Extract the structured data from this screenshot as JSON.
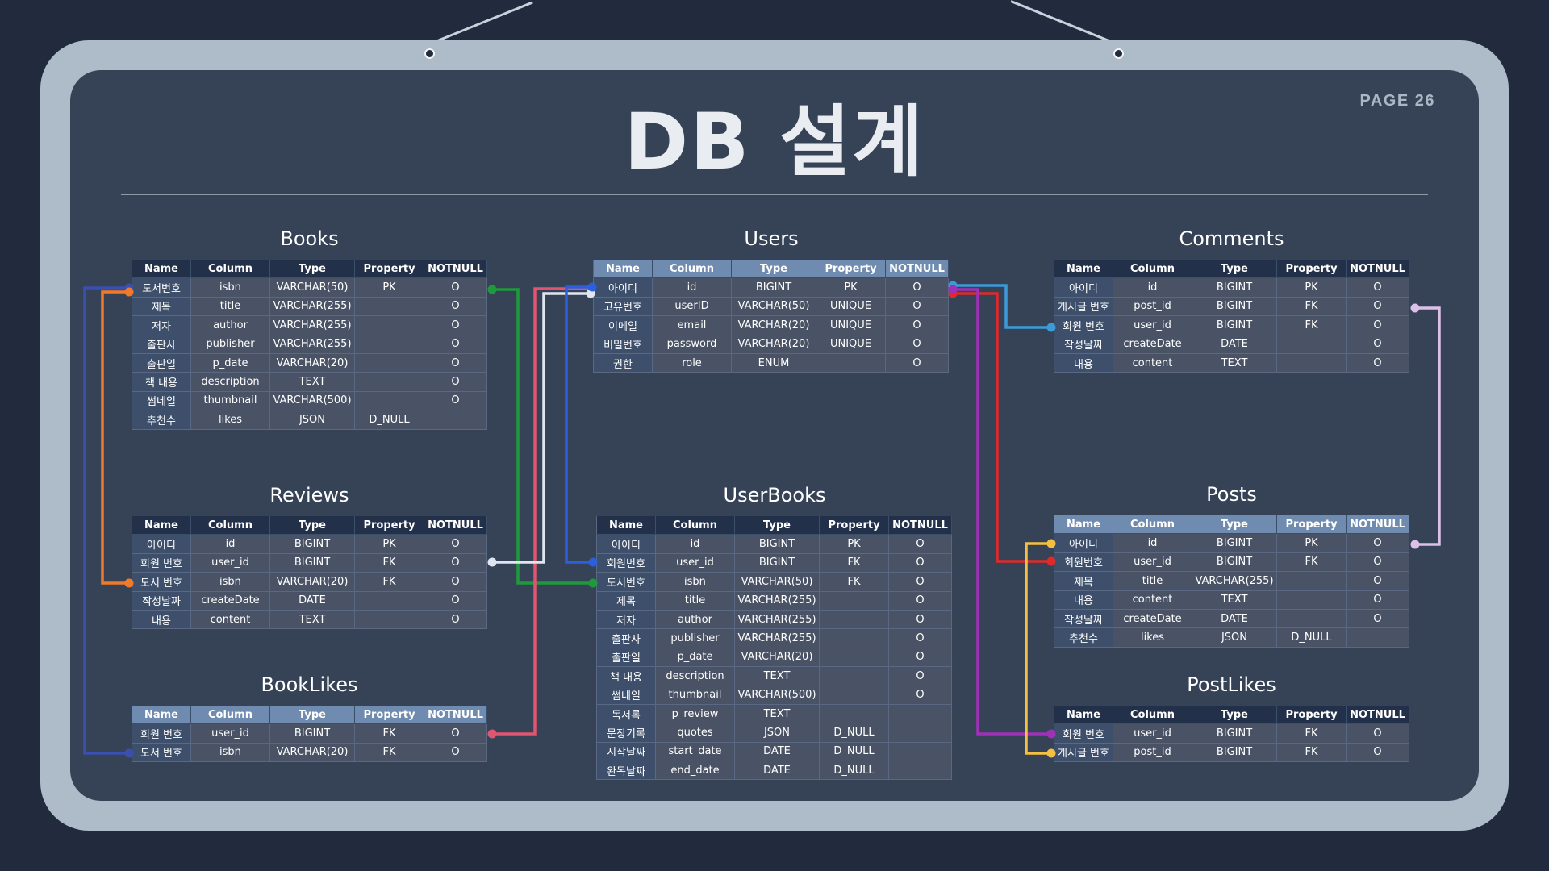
{
  "header": {
    "title": "DB 설계",
    "page": "PAGE 26"
  },
  "columns": [
    "Name",
    "Column",
    "Type",
    "Property",
    "NOTNULL"
  ],
  "tables": {
    "books": {
      "title": "Books",
      "rows": [
        [
          "도서번호",
          "isbn",
          "VARCHAR(50)",
          "PK",
          "O"
        ],
        [
          "제목",
          "title",
          "VARCHAR(255)",
          "",
          "O"
        ],
        [
          "저자",
          "author",
          "VARCHAR(255)",
          "",
          "O"
        ],
        [
          "출판사",
          "publisher",
          "VARCHAR(255)",
          "",
          "O"
        ],
        [
          "출판일",
          "p_date",
          "VARCHAR(20)",
          "",
          "O"
        ],
        [
          "책 내용",
          "description",
          "TEXT",
          "",
          "O"
        ],
        [
          "썸네일",
          "thumbnail",
          "VARCHAR(500)",
          "",
          "O"
        ],
        [
          "추천수",
          "likes",
          "JSON",
          "D_NULL",
          ""
        ]
      ]
    },
    "users": {
      "title": "Users",
      "rows": [
        [
          "아이디",
          "id",
          "BIGINT",
          "PK",
          "O"
        ],
        [
          "고유번호",
          "userID",
          "VARCHAR(50)",
          "UNIQUE",
          "O"
        ],
        [
          "이메일",
          "email",
          "VARCHAR(20)",
          "UNIQUE",
          "O"
        ],
        [
          "비밀번호",
          "password",
          "VARCHAR(20)",
          "UNIQUE",
          "O"
        ],
        [
          "권한",
          "role",
          "ENUM",
          "",
          "O"
        ]
      ]
    },
    "comments": {
      "title": "Comments",
      "rows": [
        [
          "아이디",
          "id",
          "BIGINT",
          "PK",
          "O"
        ],
        [
          "게시글 번호",
          "post_id",
          "BIGINT",
          "FK",
          "O"
        ],
        [
          "회원 번호",
          "user_id",
          "BIGINT",
          "FK",
          "O"
        ],
        [
          "작성날짜",
          "createDate",
          "DATE",
          "",
          "O"
        ],
        [
          "내용",
          "content",
          "TEXT",
          "",
          "O"
        ]
      ]
    },
    "reviews": {
      "title": "Reviews",
      "rows": [
        [
          "아이디",
          "id",
          "BIGINT",
          "PK",
          "O"
        ],
        [
          "회원 번호",
          "user_id",
          "BIGINT",
          "FK",
          "O"
        ],
        [
          "도서 번호",
          "isbn",
          "VARCHAR(20)",
          "FK",
          "O"
        ],
        [
          "작성날짜",
          "createDate",
          "DATE",
          "",
          "O"
        ],
        [
          "내용",
          "content",
          "TEXT",
          "",
          "O"
        ]
      ]
    },
    "userbooks": {
      "title": "UserBooks",
      "rows": [
        [
          "아이디",
          "id",
          "BIGINT",
          "PK",
          "O"
        ],
        [
          "회원번호",
          "user_id",
          "BIGINT",
          "FK",
          "O"
        ],
        [
          "도서번호",
          "isbn",
          "VARCHAR(50)",
          "FK",
          "O"
        ],
        [
          "제목",
          "title",
          "VARCHAR(255)",
          "",
          "O"
        ],
        [
          "저자",
          "author",
          "VARCHAR(255)",
          "",
          "O"
        ],
        [
          "출판사",
          "publisher",
          "VARCHAR(255)",
          "",
          "O"
        ],
        [
          "출판일",
          "p_date",
          "VARCHAR(20)",
          "",
          "O"
        ],
        [
          "책 내용",
          "description",
          "TEXT",
          "",
          "O"
        ],
        [
          "썸네일",
          "thumbnail",
          "VARCHAR(500)",
          "",
          "O"
        ],
        [
          "독서록",
          "p_review",
          "TEXT",
          "",
          ""
        ],
        [
          "문장기록",
          "quotes",
          "JSON",
          "D_NULL",
          ""
        ],
        [
          "시작날짜",
          "start_date",
          "DATE",
          "D_NULL",
          ""
        ],
        [
          "완독날짜",
          "end_date",
          "DATE",
          "D_NULL",
          ""
        ]
      ]
    },
    "posts": {
      "title": "Posts",
      "rows": [
        [
          "아이디",
          "id",
          "BIGINT",
          "PK",
          "O"
        ],
        [
          "회원번호",
          "user_id",
          "BIGINT",
          "FK",
          "O"
        ],
        [
          "제목",
          "title",
          "VARCHAR(255)",
          "",
          "O"
        ],
        [
          "내용",
          "content",
          "TEXT",
          "",
          "O"
        ],
        [
          "작성날짜",
          "createDate",
          "DATE",
          "",
          "O"
        ],
        [
          "추천수",
          "likes",
          "JSON",
          "D_NULL",
          ""
        ]
      ]
    },
    "booklikes": {
      "title": "BookLikes",
      "rows": [
        [
          "회원 번호",
          "user_id",
          "BIGINT",
          "FK",
          "O"
        ],
        [
          "도서 번호",
          "isbn",
          "VARCHAR(20)",
          "FK",
          "O"
        ]
      ]
    },
    "postlikes": {
      "title": "PostLikes",
      "rows": [
        [
          "회원 번호",
          "user_id",
          "BIGINT",
          "FK",
          "O"
        ],
        [
          "게시글 번호",
          "post_id",
          "BIGINT",
          "FK",
          "O"
        ]
      ]
    }
  },
  "relationships": [
    {
      "from": "booklikes.isbn",
      "to": "books.isbn",
      "color": "#3a4fb0"
    },
    {
      "from": "reviews.isbn",
      "to": "books.isbn",
      "color": "#f07a2a"
    },
    {
      "from": "books.isbn",
      "to": "userbooks.isbn",
      "color": "#1e9a3a"
    },
    {
      "from": "booklikes.user_id",
      "to": "users.id",
      "color": "#e05570"
    },
    {
      "from": "reviews.user_id",
      "to": "users.id",
      "color": "#dfe6ee"
    },
    {
      "from": "userbooks.user_id",
      "to": "users.id",
      "color": "#2c5fe0"
    },
    {
      "from": "comments.user_id",
      "to": "users.id",
      "color": "#3c9ad8"
    },
    {
      "from": "posts.user_id",
      "to": "users.id",
      "color": "#e02a2a"
    },
    {
      "from": "postlikes.user_id",
      "to": "users.id",
      "color": "#a030b8"
    },
    {
      "from": "postlikes.post_id",
      "to": "posts.id",
      "color": "#f5c040"
    },
    {
      "from": "comments.post_id",
      "to": "posts.id",
      "color": "#dcc0e8"
    }
  ]
}
